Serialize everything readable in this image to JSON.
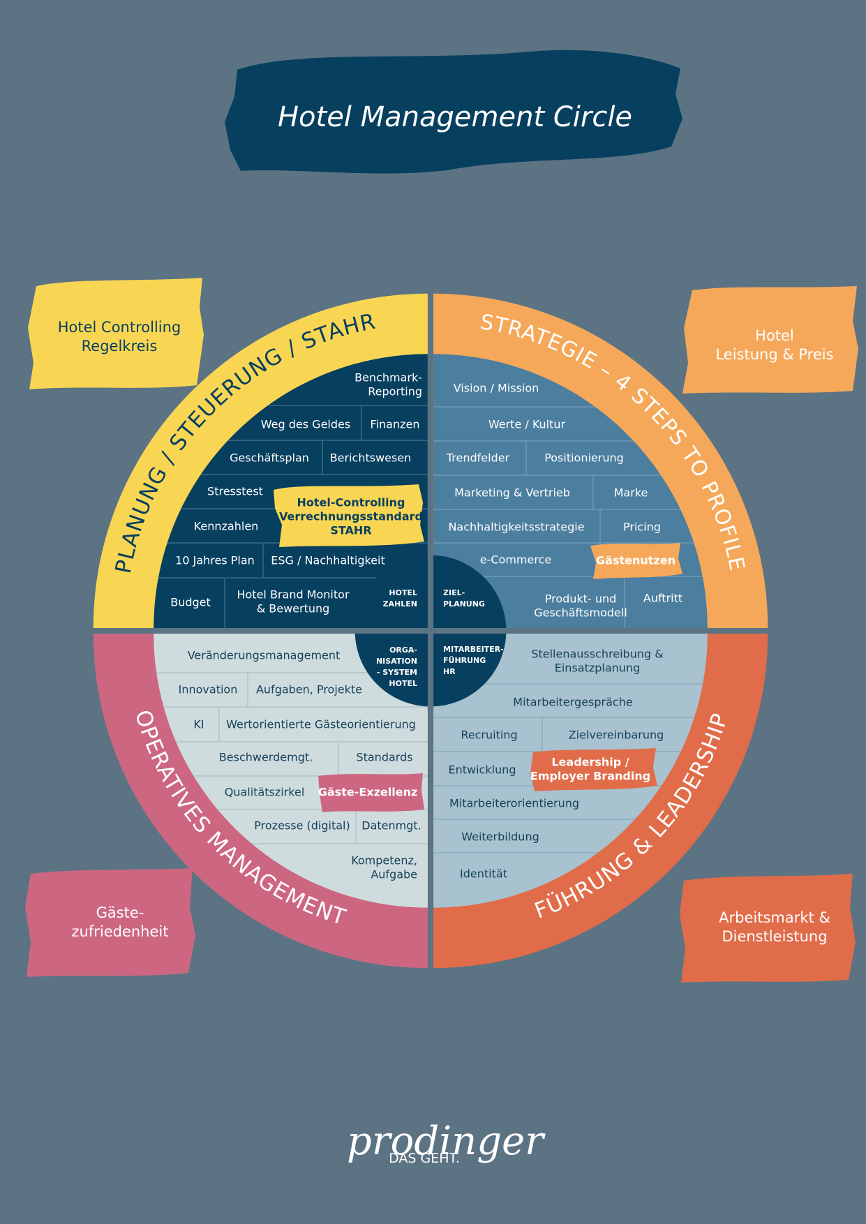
{
  "title": "Hotel Management Circle",
  "colors": {
    "background": "#5c7383",
    "navy": "#073f5f",
    "yellow": "#f8d654",
    "orange": "#f5a859",
    "pink": "#cd6781",
    "coral": "#e06c4a",
    "steel": "#4c7e9f",
    "light_blue": "#a8c2cf",
    "light_grey": "#cfdcde"
  },
  "quadrants": {
    "top_left": {
      "ring_label": "PLANUNG / STEUERUNG / STAHR",
      "corner_label": [
        "Hotel Controlling",
        "Regelkreis"
      ],
      "center_label": [
        "HOTEL",
        "ZAHLEN"
      ],
      "highlight": [
        "Hotel-Controlling",
        "Verrechnungsstandard",
        "STAHR"
      ],
      "rows": [
        [
          [
            "Benchmark-",
            "Reporting"
          ]
        ],
        [
          [
            "Weg des Geldes"
          ],
          [
            "Finanzen"
          ]
        ],
        [
          [
            "Geschäftsplan"
          ],
          [
            "Berichtswesen"
          ]
        ],
        [
          [
            "Stresstest"
          ]
        ],
        [
          [
            "Kennzahlen"
          ]
        ],
        [
          [
            "10 Jahres Plan"
          ],
          [
            "ESG / Nachhaltigkeit"
          ]
        ],
        [
          [
            "Budget"
          ],
          [
            "Hotel Brand Monitor",
            "& Bewertung"
          ]
        ]
      ]
    },
    "top_right": {
      "ring_label": "STRATEGIE – 4 STEPS TO PROFILE",
      "corner_label": [
        "Hotel",
        "Leistung & Preis"
      ],
      "center_label": [
        "ZIEL-",
        "PLANUNG"
      ],
      "highlight": [
        "Gästenutzen"
      ],
      "rows": [
        [
          [
            "Vision / Mission"
          ]
        ],
        [
          [
            "Werte / Kultur"
          ]
        ],
        [
          [
            "Trendfelder"
          ],
          [
            "Positionierung"
          ]
        ],
        [
          [
            "Marketing & Vertrieb"
          ],
          [
            "Marke"
          ]
        ],
        [
          [
            "Nachhaltigkeitsstrategie"
          ],
          [
            "Pricing"
          ]
        ],
        [
          [
            "e-Commerce"
          ]
        ],
        [
          [
            "Produkt- und",
            "Geschäftsmodell"
          ],
          [
            "Auftritt"
          ]
        ]
      ]
    },
    "bottom_left": {
      "ring_label": "OPERATIVES MANAGEMENT",
      "corner_label": [
        "Gäste-",
        "zufriedenheit"
      ],
      "center_label": [
        "ORGA-",
        "NISATION",
        "- SYSTEM",
        "HOTEL"
      ],
      "highlight": [
        "Gäste-Exzellenz"
      ],
      "rows": [
        [
          [
            "Veränderungsmanagement"
          ]
        ],
        [
          [
            "Innovation"
          ],
          [
            "Aufgaben, Projekte"
          ]
        ],
        [
          [
            "KI"
          ],
          [
            "Wertorientierte Gästeorientierung"
          ]
        ],
        [
          [
            "Beschwerdemgt."
          ],
          [
            "Standards"
          ]
        ],
        [
          [
            "Qualitätszirkel"
          ]
        ],
        [
          [
            "Prozesse (digital)"
          ],
          [
            "Datenmgt."
          ]
        ],
        [
          [
            "Kompetenz,",
            "Aufgabe"
          ]
        ]
      ]
    },
    "bottom_right": {
      "ring_label": "FÜHRUNG & LEADERSHIP",
      "corner_label": [
        "Arbeitsmarkt &",
        "Dienstleistung"
      ],
      "center_label": [
        "MITARBEITER-",
        "FÜHRUNG",
        "HR"
      ],
      "highlight": [
        "Leadership /",
        "Employer Branding"
      ],
      "rows": [
        [
          [
            "Stellenausschreibung &",
            "Einsatzplanung"
          ]
        ],
        [
          [
            "Mitarbeitergespräche"
          ]
        ],
        [
          [
            "Recruiting"
          ],
          [
            "Zielvereinbarung"
          ]
        ],
        [
          [
            "Entwicklung"
          ]
        ],
        [
          [
            "Mitarbeiterorientierung"
          ]
        ],
        [
          [
            "Weiterbildung"
          ]
        ],
        [
          [
            "Identität"
          ]
        ]
      ]
    }
  },
  "logo": {
    "wordmark": "prodinger",
    "tagline": "DAS GEHT."
  }
}
